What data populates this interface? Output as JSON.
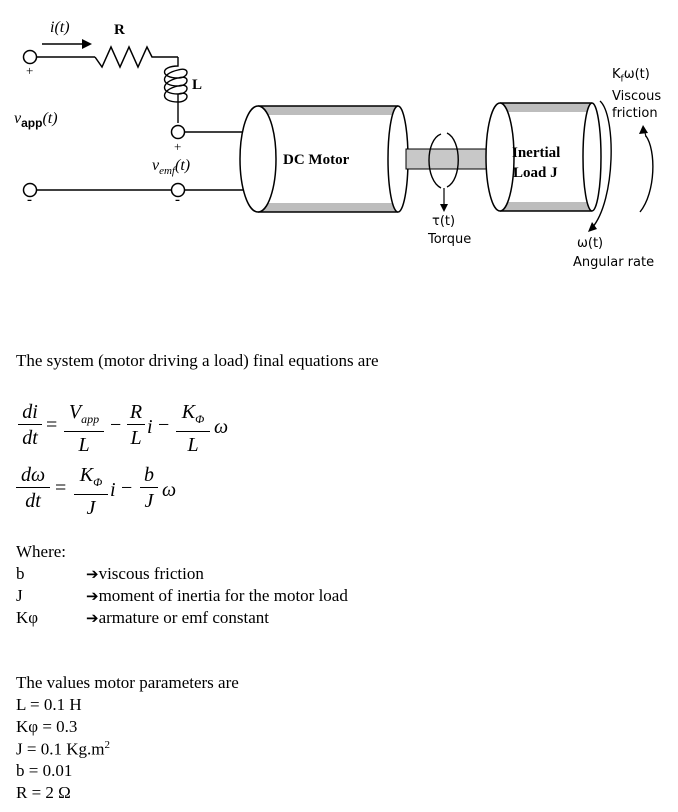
{
  "diagram": {
    "current_label": "i(t)",
    "resistor_label": "R",
    "inductor_label": "L",
    "vapp_label": "v",
    "vapp_sub": "app",
    "vapp_suffix": "(t)",
    "vemf_label": "v",
    "vemf_sub": "emf",
    "vemf_suffix": "(t)",
    "plus": "+",
    "minus": "-",
    "motor_label": "DC Motor",
    "load_label_1": "Inertial",
    "load_label_2": "Load J",
    "torque_symbol": "τ(t)",
    "torque_label": "Torque",
    "friction_symbol": "K",
    "friction_sub": "f",
    "friction_suffix": "ω(t)",
    "friction_label_1": "Viscous",
    "friction_label_2": "friction",
    "omega_symbol": "ω(t)",
    "omega_label": "Angular rate"
  },
  "intro": "The system (motor driving a load) final equations are",
  "equations": {
    "eq1": {
      "lhs_num": "di",
      "lhs_den": "dt",
      "t1_num": "V",
      "t1_num_sub": "app",
      "t1_den": "L",
      "t2_num": "R",
      "t2_den": "L",
      "t2_var": "i",
      "t3_num": "K",
      "t3_num_sub": "Φ",
      "t3_den": "L",
      "t3_var": "ω"
    },
    "eq2": {
      "lhs_num": "dω",
      "lhs_den": "dt",
      "t1_num": "K",
      "t1_num_sub": "Φ",
      "t1_den": "J",
      "t1_var": "i",
      "t2_num": "b",
      "t2_den": "J",
      "t2_var": "ω"
    },
    "equals": "=",
    "minus": "−"
  },
  "where": {
    "heading": "Where:",
    "arrow": "➔",
    "items": [
      {
        "symbol": "b",
        "desc": "viscous friction"
      },
      {
        "symbol": "J",
        "desc": "moment of inertia for the motor load"
      },
      {
        "symbol": "Kφ",
        "desc": "armature or emf constant"
      }
    ]
  },
  "params": {
    "heading": "The values motor parameters are",
    "lines": [
      "L = 0.1 H",
      "Kφ = 0.3",
      "J = 0.1 Kg.m",
      "b = 0.01",
      "R = 2 Ω"
    ],
    "j_sup": "2"
  }
}
